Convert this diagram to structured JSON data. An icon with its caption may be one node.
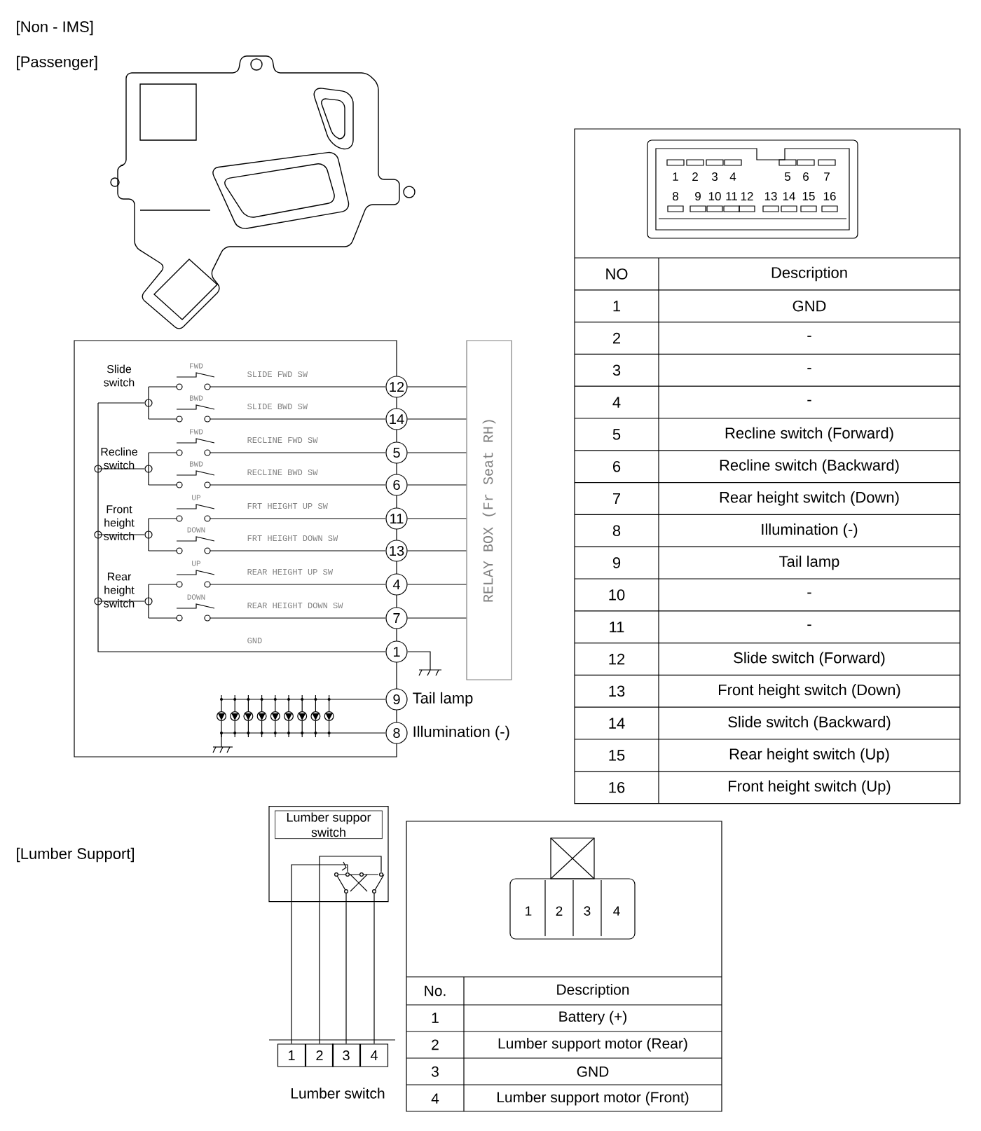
{
  "diagram": {
    "nodes": [
      {
        "text": [
          "RELAY BOX (Fr Seat RH)"
        ]
      },
      {
        "text": [
          "12"
        ]
      },
      {
        "text": [
          "14"
        ]
      },
      {
        "text": [
          "5"
        ]
      },
      {
        "text": [
          "6"
        ]
      },
      {
        "text": [
          "11"
        ]
      },
      {
        "text": [
          "13"
        ]
      },
      {
        "text": [
          "4"
        ]
      },
      {
        "text": [
          "7"
        ]
      },
      {
        "text": [
          "1"
        ]
      },
      {
        "text": [
          "9"
        ],
        "beside": [
          "Tail lamp"
        ]
      },
      {
        "text": [
          "8"
        ],
        "beside": [
          "Illumination (-)"
        ]
      },
      {
        "text": [
          "Lumber suppor switch"
        ]
      },
      {
        "text": [
          "1"
        ]
      },
      {
        "text": [
          "2"
        ]
      },
      {
        "text": [
          "3"
        ]
      },
      {
        "text": [
          "4"
        ]
      }
    ],
    "edges": [
      {
        "from": 1,
        "to": 0,
        "arrow": "none"
      },
      {
        "from": 2,
        "to": 0,
        "arrow": "none"
      },
      {
        "from": 3,
        "to": 0,
        "arrow": "none"
      },
      {
        "from": 4,
        "to": 0,
        "arrow": "none"
      },
      {
        "from": 5,
        "to": 0,
        "arrow": "none"
      },
      {
        "from": 6,
        "to": 0,
        "arrow": "none"
      },
      {
        "from": 7,
        "to": 0,
        "arrow": "none"
      },
      {
        "from": 8,
        "to": 0,
        "arrow": "none"
      },
      {
        "from": 12,
        "to": 13,
        "arrow": "none"
      },
      {
        "from": 12,
        "to": 14,
        "arrow": "none"
      },
      {
        "from": 12,
        "to": 15,
        "arrow": "none"
      },
      {
        "from": 12,
        "to": 16,
        "arrow": "none"
      }
    ],
    "labels": [
      "[Non - IMS]",
      "[Passenger]",
      "1",
      "2",
      "3",
      "4",
      "5",
      "6",
      "7",
      "8",
      "9",
      "10",
      "11",
      "12",
      "13",
      "14",
      "15",
      "16",
      "NO",
      "Description",
      "1",
      "GND",
      "2",
      "-",
      "3",
      "-",
      "4",
      "-",
      "5",
      "Recline switch (Forward)",
      "6",
      "Recline switch (Backward)",
      "7",
      "Rear height switch (Down)",
      "8",
      "Illumination (-)",
      "9",
      "Tail lamp",
      "10",
      "-",
      "11",
      "-",
      "12",
      "Slide switch (Forward)",
      "13",
      "Front height switch (Down)",
      "14",
      "Slide switch (Backward)",
      "15",
      "Rear height switch (Up)",
      "16",
      "Front height switch (Up)",
      "Slide switch",
      "Recline switch",
      "Front height switch",
      "Rear height switch",
      "FWD",
      "BWD",
      "FWD",
      "BWD",
      "UP",
      "DOWN",
      "UP",
      "DOWN",
      "SLIDE FWD SW",
      "SLIDE BWD SW",
      "RECLINE FWD SW",
      "RECLINE BWD SW",
      "FRT HEIGHT UP SW",
      "FRT HEIGHT DOWN SW",
      "REAR HEIGHT UP SW",
      "REAR HEIGHT DOWN SW",
      "GND",
      "[Lumber Support]",
      "1",
      "2",
      "3",
      "4",
      "No.",
      "Description",
      "1",
      "Battery (+)",
      "2",
      "Lumber support motor (Rear)",
      "3",
      "GND",
      "Lumber switch",
      "4",
      "Lumber support motor (Front)"
    ]
  }
}
